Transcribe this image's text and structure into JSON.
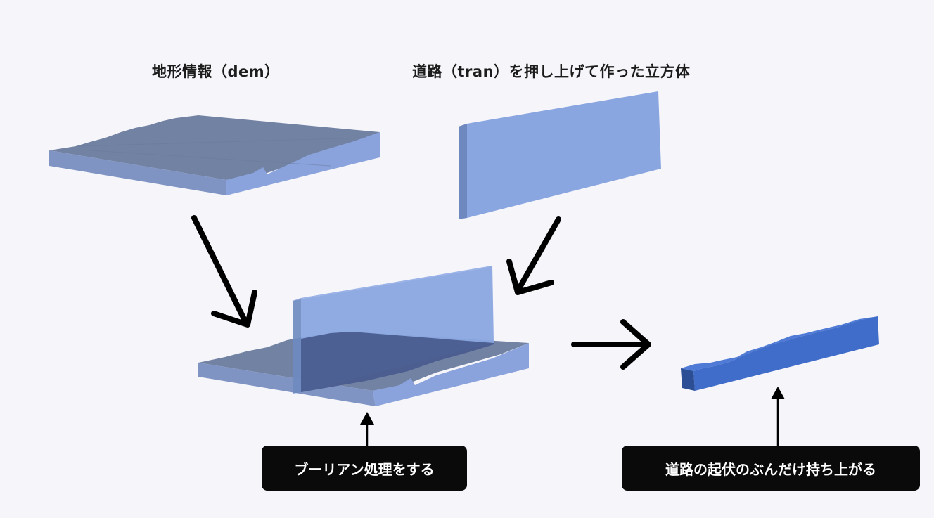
{
  "titles": {
    "terrain": "地形情報（dem）",
    "road_cube": "道路（tran）を押し上げて作った立方体"
  },
  "labels": {
    "boolean_operation": "ブーリアン処理をする",
    "result": "道路の起伏のぶんだけ持ち上がる"
  },
  "colors": {
    "terrain_top": "#7282a3",
    "terrain_side": "#8aa3dc",
    "terrain_front": "#8094c4",
    "cube_front": "#8aa6e0",
    "cube_side": "#6e89c0",
    "overlap": "#4a5c8e",
    "result_top": "#3f6dc9",
    "result_side": "#2c4e95",
    "arrow": "#000000",
    "label_bg": "#0a0a0a",
    "label_text": "#ffffff",
    "background": "#f5f5fa"
  }
}
